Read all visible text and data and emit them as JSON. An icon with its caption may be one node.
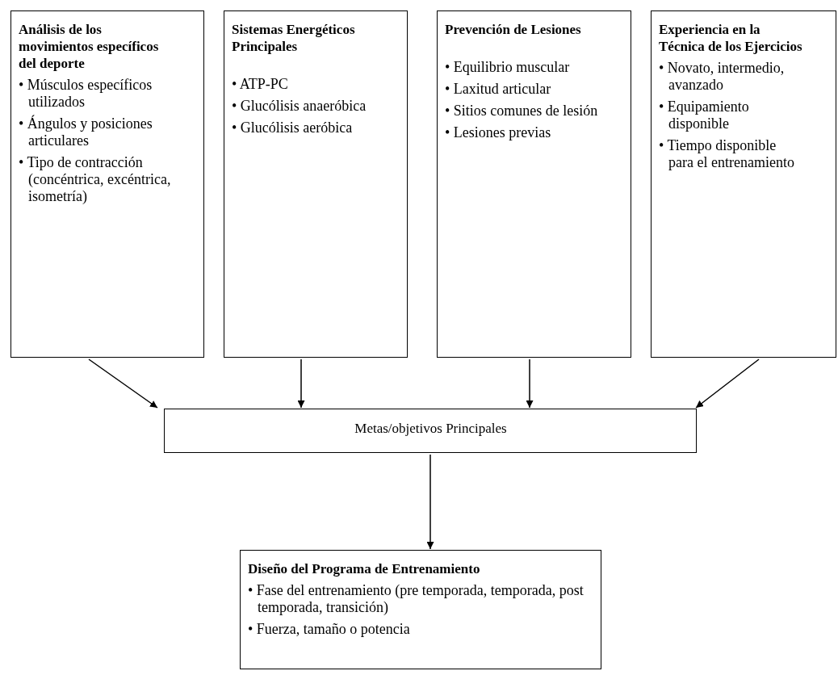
{
  "diagram": {
    "nodes": [
      {
        "text": [
          "Análisis de los movimientos específicos del deporte",
          "• Músculos específicos utilizados",
          "• Ángulos y posiciones articulares",
          "• Tipo de contracción (concéntrica, excéntrica, isometría)"
        ]
      },
      {
        "text": [
          "Sistemas Energéticos Principales",
          "• ATP-PC",
          "• Glucólisis anaeróbica",
          "• Glucólisis aeróbica"
        ]
      },
      {
        "text": [
          "Prevención de Lesiones",
          "• Equilibrio muscular",
          "• Laxitud articular",
          "• Sitios comunes de lesión",
          "• Lesiones previas"
        ]
      },
      {
        "text": [
          "Experiencia en la Técnica de los Ejercicios",
          "• Novato, intermedio, avanzado",
          "• Equipamiento disponible",
          "• Tiempo disponible para el entrenamiento"
        ]
      },
      {
        "text": [
          "Metas/objetivos Principales"
        ]
      },
      {
        "text": [
          "Diseño del Programa de Entrenamiento",
          "• Fase del entrenamiento (pre temporada, temporada, post temporada, transición)",
          "• Fuerza, tamaño o potencia"
        ]
      }
    ],
    "edges": [
      {
        "from": 0,
        "to": 4,
        "arrow": "to"
      },
      {
        "from": 1,
        "to": 4,
        "arrow": "to"
      },
      {
        "from": 2,
        "to": 4,
        "arrow": "to"
      },
      {
        "from": 3,
        "to": 4,
        "arrow": "to"
      },
      {
        "from": 4,
        "to": 5,
        "arrow": "to"
      }
    ]
  }
}
